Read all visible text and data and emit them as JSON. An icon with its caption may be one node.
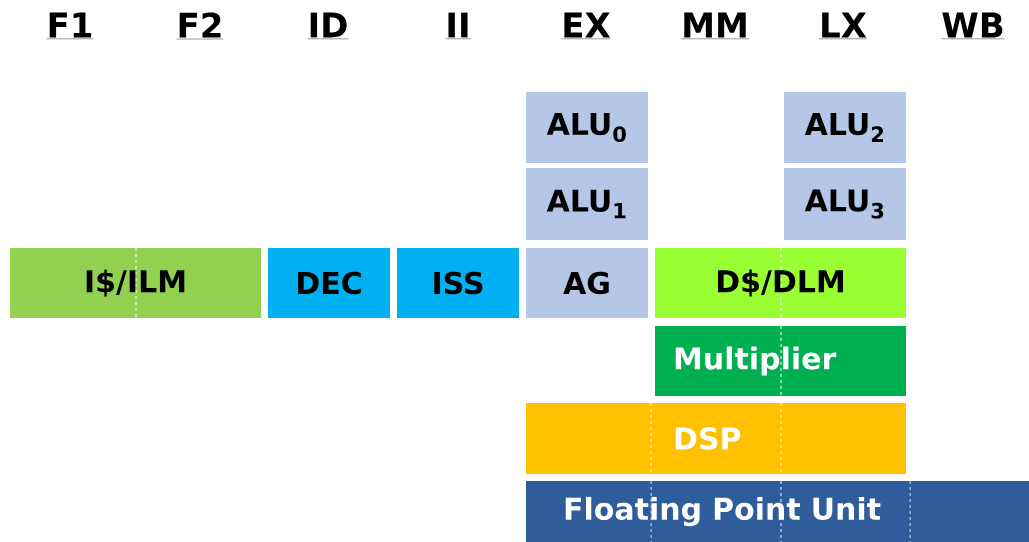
{
  "diagram": {
    "nodes": [
      {
        "text": [
          "ALU$_{0}$"
        ]
      },
      {
        "text": [
          "ALU$_{2}$"
        ]
      },
      {
        "text": [
          "ALU$_{1}$"
        ]
      },
      {
        "text": [
          "ALU$_{3}$"
        ]
      },
      {
        "text": [
          "I$/ILM"
        ]
      },
      {
        "text": [
          "DEC"
        ]
      },
      {
        "text": [
          "ISS"
        ]
      },
      {
        "text": [
          "AG"
        ]
      },
      {
        "text": [
          "D$/DLM"
        ]
      },
      {
        "text": [
          "Multiplier"
        ]
      },
      {
        "text": [
          "DSP"
        ]
      },
      {
        "text": [
          "Floating Point Unit"
        ]
      }
    ],
    "labels": [
      "F1",
      "F2",
      "ID",
      "II",
      "EX",
      "MM",
      "LX",
      "WB"
    ]
  }
}
